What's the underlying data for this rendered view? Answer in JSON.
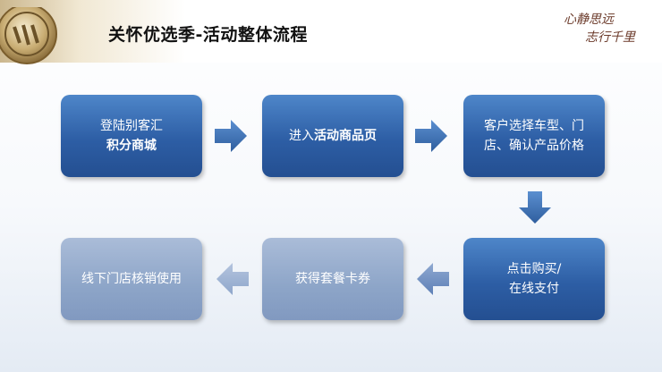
{
  "header": {
    "title": "关怀优选季-活动整体流程",
    "slogan_line1": "心静思远",
    "slogan_line2": "志行千里"
  },
  "steps": [
    {
      "line1": "登陆别客汇",
      "line2": "积分商城"
    },
    {
      "prefix": "进入",
      "emphasis": "活动商品页"
    },
    {
      "line1": "客户选择车型、门",
      "line2": "店、确认产品价格"
    },
    {
      "line1": "点击购买/",
      "line2": "在线支付"
    },
    {
      "line1": "获得套餐卡券"
    },
    {
      "line1": "线下门店核销使用"
    }
  ],
  "colors": {
    "step_dark": "#2d5ea5",
    "step_light": "#8da5c8",
    "arrow": "#3d6fb3"
  }
}
